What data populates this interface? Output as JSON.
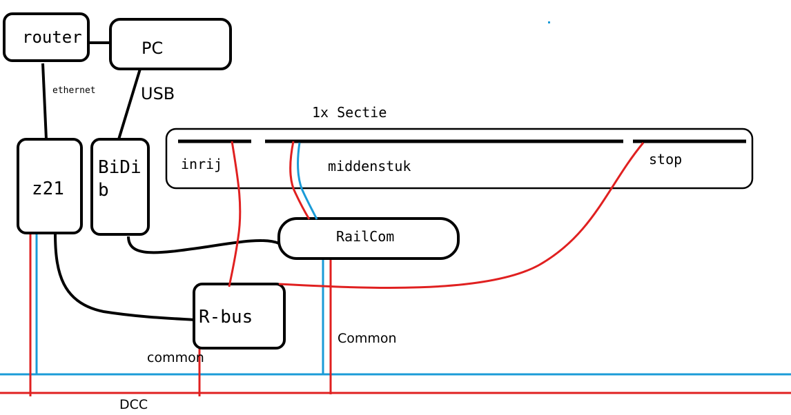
{
  "colors": {
    "stroke": "#000000",
    "red": "#e02020",
    "blue": "#1a9bd7",
    "background": "#ffffff"
  },
  "nodes": {
    "router": "router",
    "pc": "PC",
    "z21": "z21",
    "bidib_line1": "BiDi",
    "bidib_line2": "b",
    "railcom": "RailCom",
    "rbus": "R-bus"
  },
  "section": {
    "title": "1x Sectie",
    "inrij": "inrij",
    "middenstuk": "middenstuk",
    "stop": "stop"
  },
  "connections": {
    "ethernet": "ethernet",
    "usb": "USB",
    "common_rbus": "common",
    "common_railcom": "Common",
    "dcc": "DCC"
  }
}
